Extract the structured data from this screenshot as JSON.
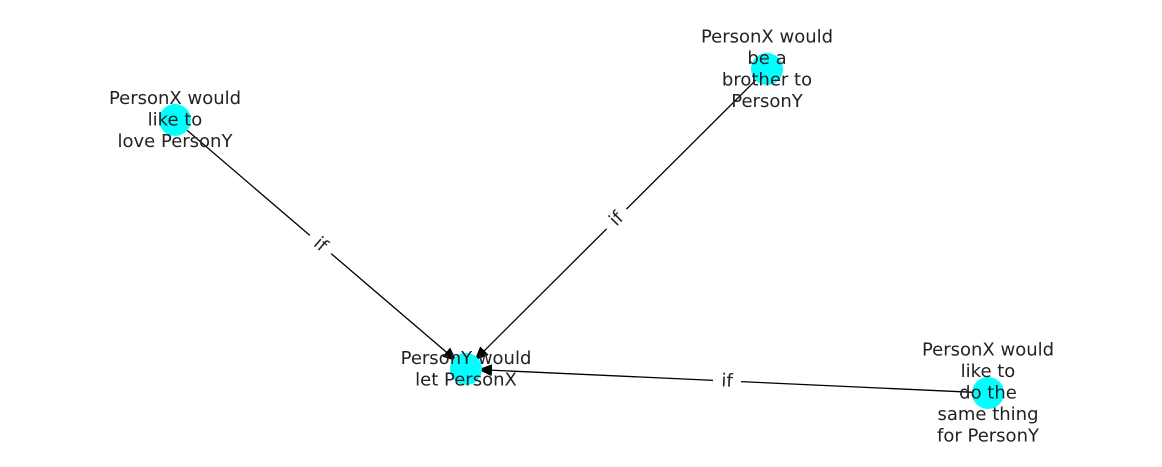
{
  "colors": {
    "node": "#00ffff",
    "edge": "#000000",
    "text": "#222222",
    "background": "#ffffff"
  },
  "nodes": [
    {
      "id": "center",
      "lines": [
        "PersonY would",
        "let PersonX"
      ]
    },
    {
      "id": "love",
      "lines": [
        "PersonX would",
        "like to",
        "love PersonY"
      ]
    },
    {
      "id": "brother",
      "lines": [
        "PersonX would",
        "be a",
        "brother to",
        "PersonY"
      ]
    },
    {
      "id": "same",
      "lines": [
        "PersonX would",
        "like to",
        "do the",
        "same thing",
        "for PersonY"
      ]
    }
  ],
  "edges": [
    {
      "from": "love",
      "to": "center",
      "label": "if"
    },
    {
      "from": "brother",
      "to": "center",
      "label": "if"
    },
    {
      "from": "same",
      "to": "center",
      "label": "if"
    }
  ]
}
